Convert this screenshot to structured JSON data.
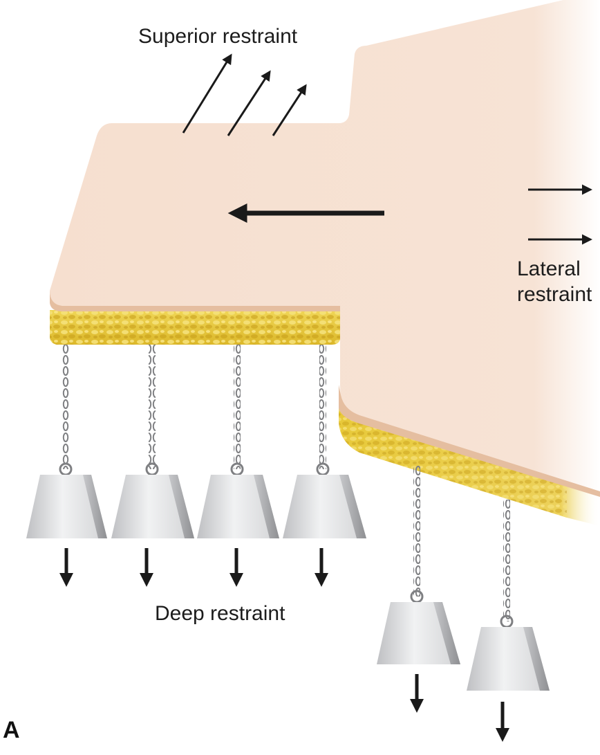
{
  "labels": {
    "superior": "Superior restraint",
    "lateral_line1": "Lateral",
    "lateral_line2": "restraint",
    "deep": "Deep restraint",
    "panel": "A"
  },
  "colors": {
    "skin": "#f6dfcf",
    "skin_edge": "#e5bea0",
    "fat": "#e8c93a",
    "fat_dark": "#c9a21e",
    "metal_light": "#e4e5e7",
    "metal_dark": "#9a9b9e",
    "chain": "#8c8d90",
    "arrow": "#1a1a1a"
  }
}
